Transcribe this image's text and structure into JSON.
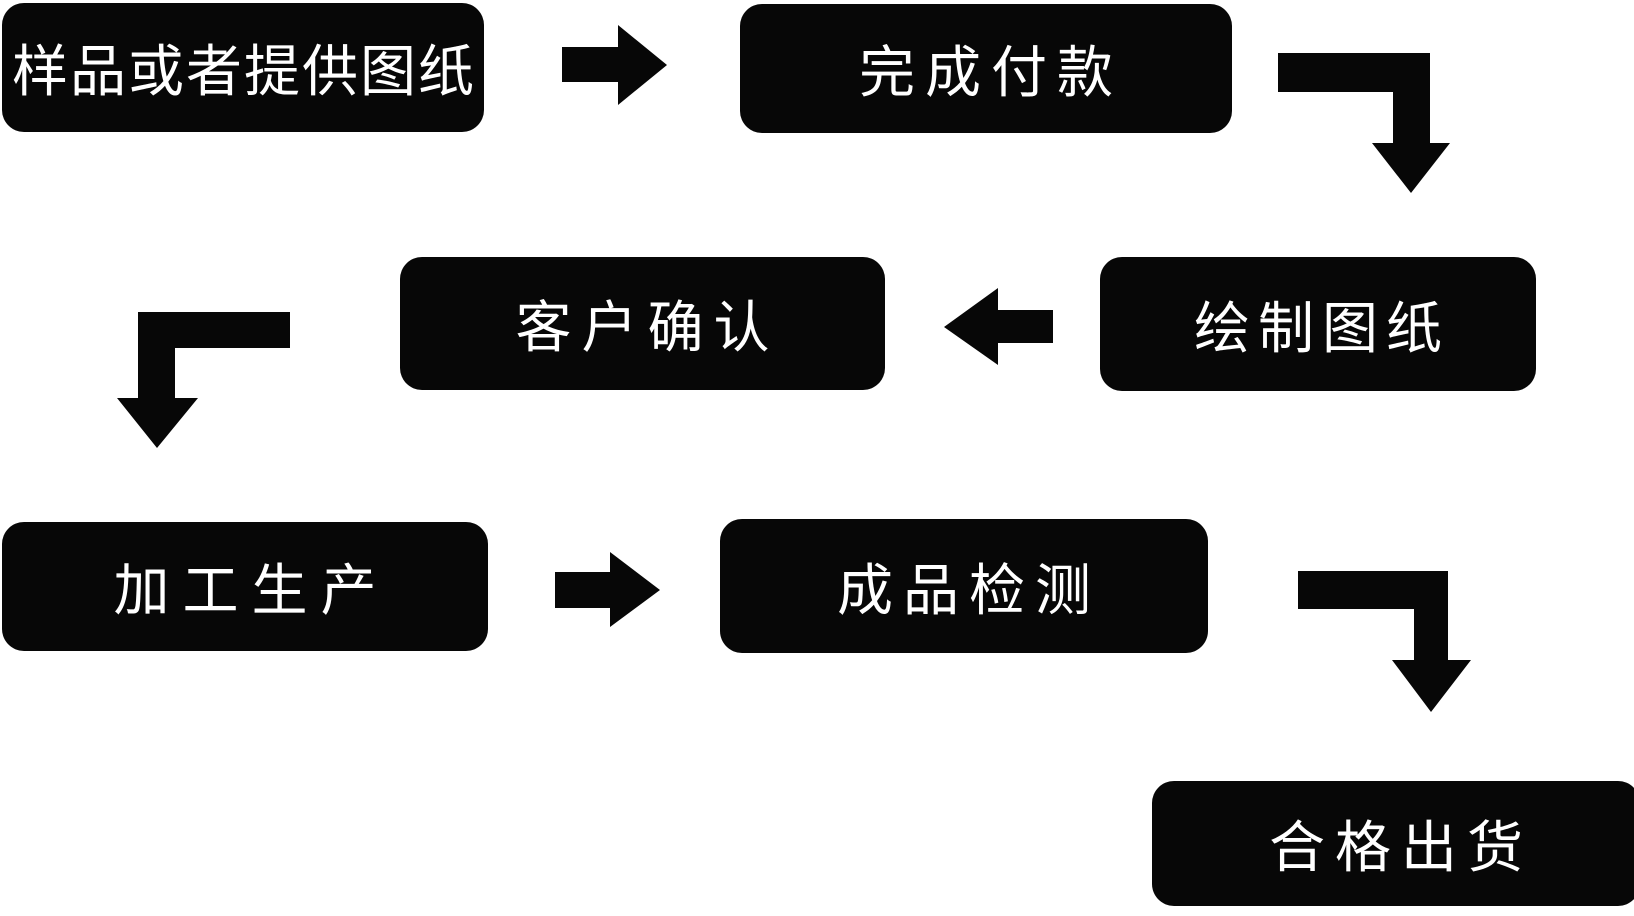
{
  "page": {
    "background": "#ffffff"
  },
  "flowchart": {
    "node_fill": "#070707",
    "node_text_color": "#ffffff",
    "nodes": [
      {
        "step": 1,
        "label": "样品或者提供图纸"
      },
      {
        "step": 2,
        "label": "完成付款"
      },
      {
        "step": 3,
        "label": "绘制图纸"
      },
      {
        "step": 4,
        "label": "客户确认"
      },
      {
        "step": 5,
        "label": "加工生产"
      },
      {
        "step": 6,
        "label": "成品检测"
      },
      {
        "step": 7,
        "label": "合格出货"
      }
    ],
    "arrows": [
      {
        "type": "right",
        "from": "样品或者提供图纸",
        "to": "完成付款"
      },
      {
        "type": "elbow-right-down",
        "from": "完成付款",
        "to": "绘制图纸"
      },
      {
        "type": "left",
        "from": "绘制图纸",
        "to": "客户确认"
      },
      {
        "type": "elbow-left-down",
        "from": "客户确认",
        "to": "加工生产"
      },
      {
        "type": "right",
        "from": "加工生产",
        "to": "成品检测"
      },
      {
        "type": "elbow-right-down",
        "from": "成品检测",
        "to": "合格出货"
      }
    ]
  }
}
